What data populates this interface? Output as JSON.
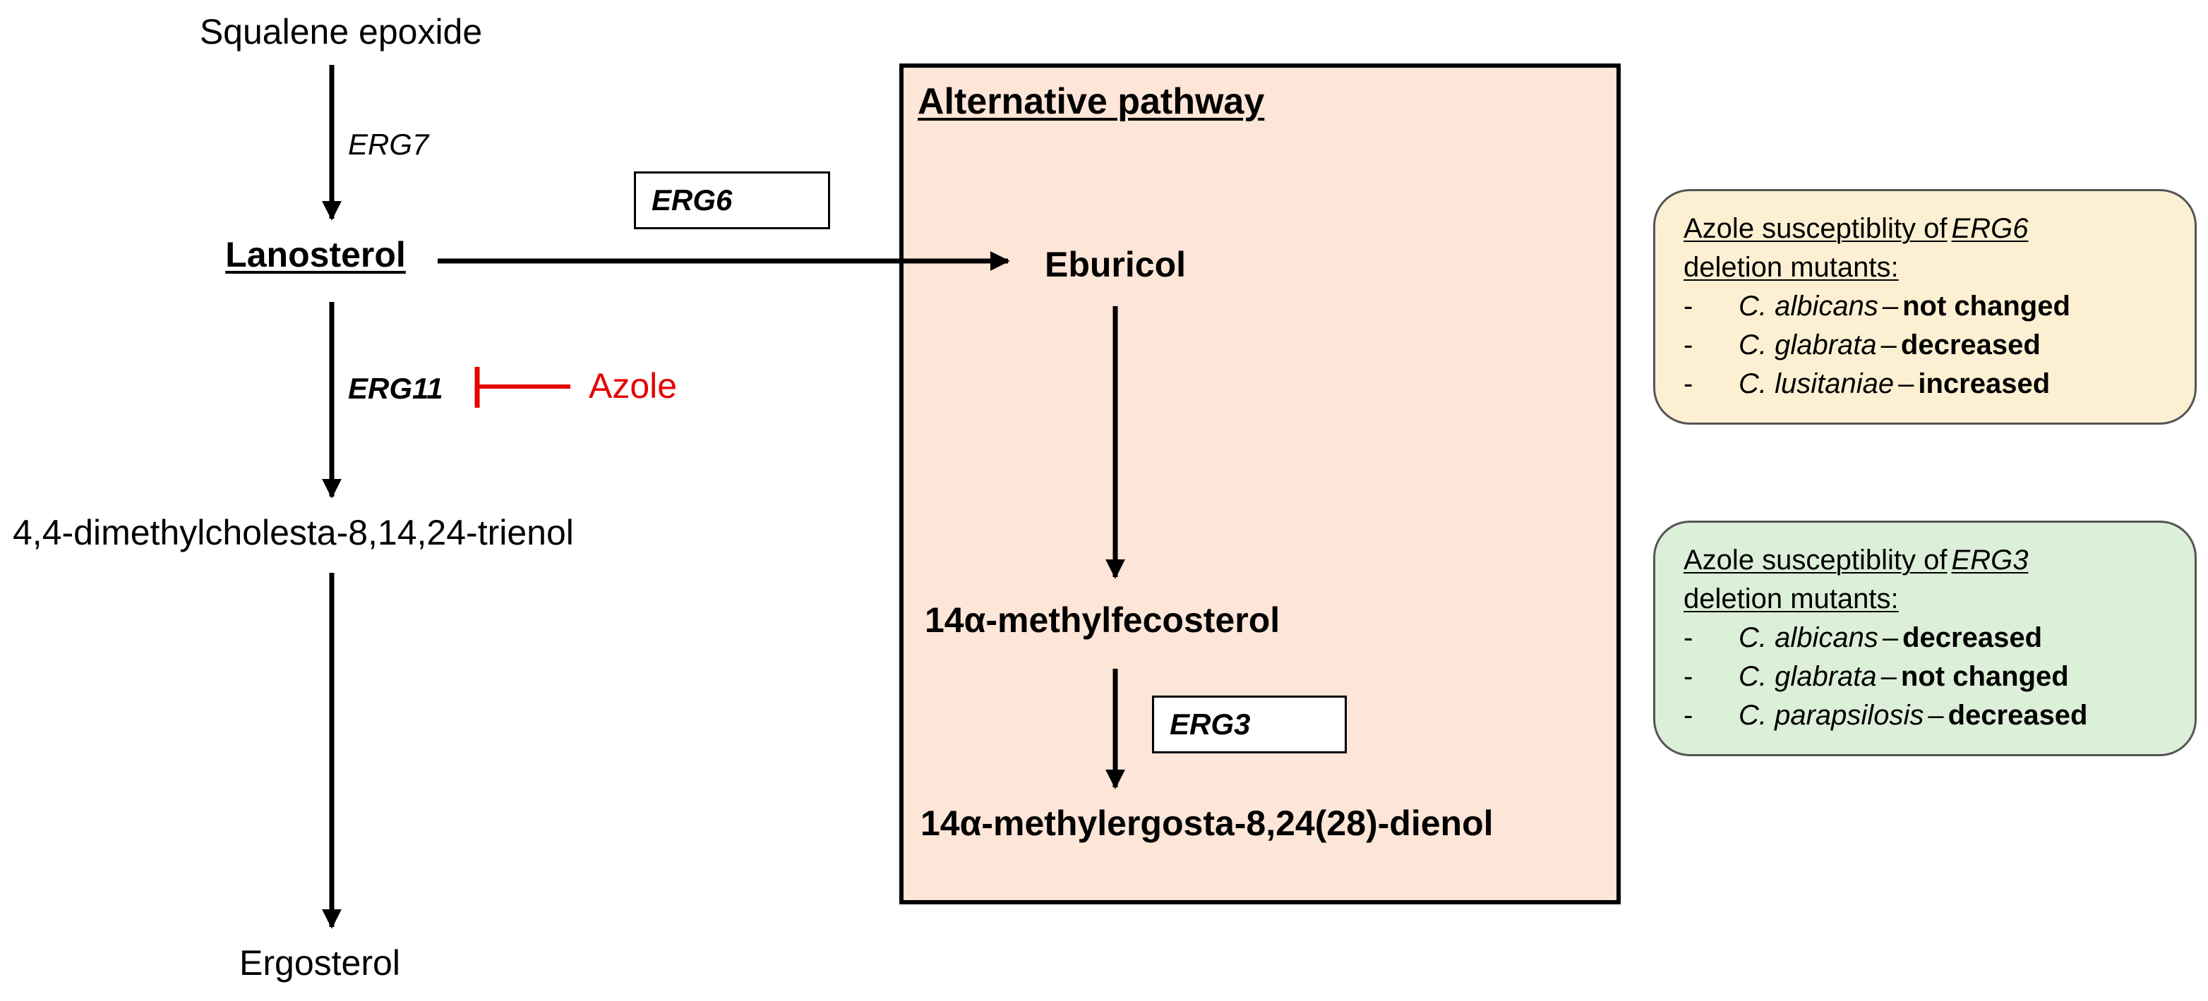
{
  "main_pathway": {
    "squalene_epoxide": "Squalene epoxide",
    "erg7": "ERG7",
    "lanosterol": "Lanosterol",
    "erg11": "ERG11",
    "azole": "Azole",
    "trienol": "4,4-dimethylcholesta-8,14,24-trienol",
    "ergosterol": "Ergosterol"
  },
  "alternative_pathway": {
    "title": "Alternative pathway",
    "erg6": "ERG6",
    "eburicol": "Eburicol",
    "methylfecosterol": "14α-methylfecosterol",
    "erg3": "ERG3",
    "dienol": "14α-methylergosta-8,24(28)-dienol"
  },
  "erg6_box": {
    "title_prefix": "Azole susceptiblity of ",
    "gene": "ERG6",
    "title_suffix": "deletion mutants:",
    "items": [
      {
        "dash": "-",
        "species": "C. albicans",
        "sep": "–",
        "result": "not changed"
      },
      {
        "dash": "-",
        "species": "C. glabrata",
        "sep": "–",
        "result": "decreased"
      },
      {
        "dash": "-",
        "species": "C. lusitaniae",
        "sep": "–",
        "result": "increased"
      }
    ]
  },
  "erg3_box": {
    "title_prefix": "Azole susceptiblity of ",
    "gene": "ERG3",
    "title_suffix": "deletion mutants:",
    "items": [
      {
        "dash": "-",
        "species": "C. albicans",
        "sep": "–",
        "result": "decreased"
      },
      {
        "dash": "-",
        "species": "C. glabrata",
        "sep": "–",
        "result": "not changed"
      },
      {
        "dash": "-",
        "species": "C. parapsilosis",
        "sep": "–",
        "result": "decreased"
      }
    ]
  },
  "colors": {
    "alt_pathway_fill": "#fde5d7",
    "erg6_box_fill": "#fdf0d2",
    "erg3_box_fill": "#dcefd8",
    "inhibition": "#e60000"
  }
}
